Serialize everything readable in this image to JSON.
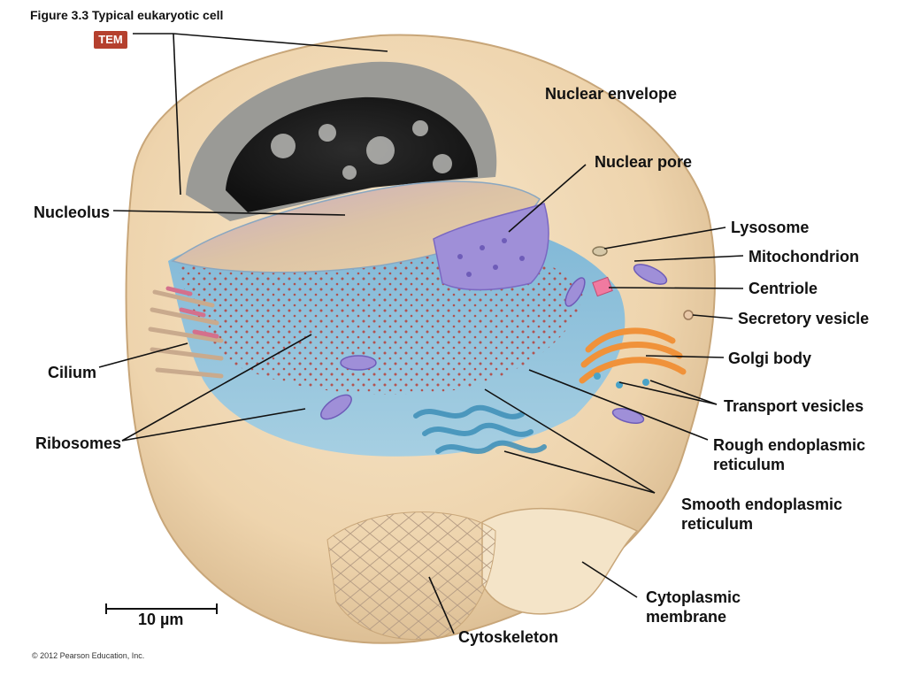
{
  "figure": {
    "title": "Figure 3.3  Typical eukaryotic cell",
    "badge": "TEM",
    "scale_bar": "10 µm",
    "copyright": "© 2012 Pearson Education, Inc."
  },
  "labels": {
    "nuclear_envelope": "Nuclear envelope",
    "nuclear_pore": "Nuclear pore",
    "nucleolus": "Nucleolus",
    "lysosome": "Lysosome",
    "mitochondrion": "Mitochondrion",
    "centriole": "Centriole",
    "secretory_vesicle": "Secretory vesicle",
    "golgi_body": "Golgi body",
    "cilium": "Cilium",
    "transport_vesicles": "Transport vesicles",
    "ribosomes": "Ribosomes",
    "rough_er_line1": "Rough endoplasmic",
    "rough_er_line2": "reticulum",
    "smooth_er_line1": "Smooth endoplasmic",
    "smooth_er_line2": "reticulum",
    "cytoplasmic_membrane_line1": "Cytoplasmic",
    "cytoplasmic_membrane_line2": "membrane",
    "cytoskeleton": "Cytoskeleton"
  },
  "colors": {
    "cytoplasm": "#f1dcbc",
    "cytoplasm_shade": "#dcbf95",
    "er": "#4aa3c8",
    "nucleus_purple": "#9f8fd8",
    "golgi": "#f0923a",
    "ribosome": "#b8372e",
    "tem_badge": "#b5402e"
  }
}
